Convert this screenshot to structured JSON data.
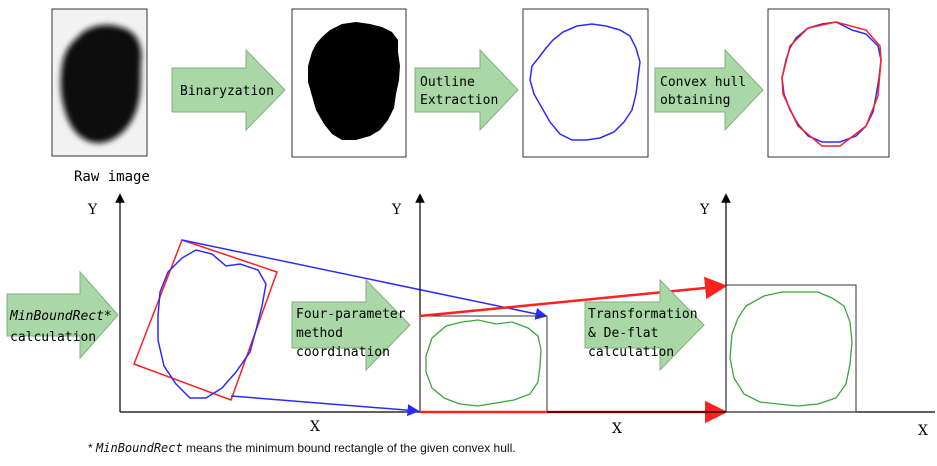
{
  "steps": {
    "raw_caption": "Raw image",
    "binaryzation": [
      "Binaryzation"
    ],
    "outline": [
      "Outline",
      "Extraction"
    ],
    "hull": [
      "Convex hull",
      "obtaining"
    ],
    "minbound": [
      "MinBoundRect*",
      "calculation"
    ],
    "four_param": [
      "Four-parameter",
      "method",
      "coordination"
    ],
    "transform": [
      "Transformation",
      "& De-flat",
      "calculation"
    ]
  },
  "axes": {
    "y1": "Y",
    "x1": "X",
    "y2": "Y",
    "x2": "X",
    "y3": "Y",
    "x3": "X"
  },
  "footnote": {
    "star": "* ",
    "term": "MinBoundRect",
    "rest": " means the minimum bound rectangle of the given convex hull."
  },
  "colors": {
    "arrow_fill": "#a9d8a6",
    "arrow_stroke": "#7fb27c",
    "outline_blue": "#2b2bff",
    "hull_red": "#ff2020",
    "green_shape": "#3aa63a"
  }
}
